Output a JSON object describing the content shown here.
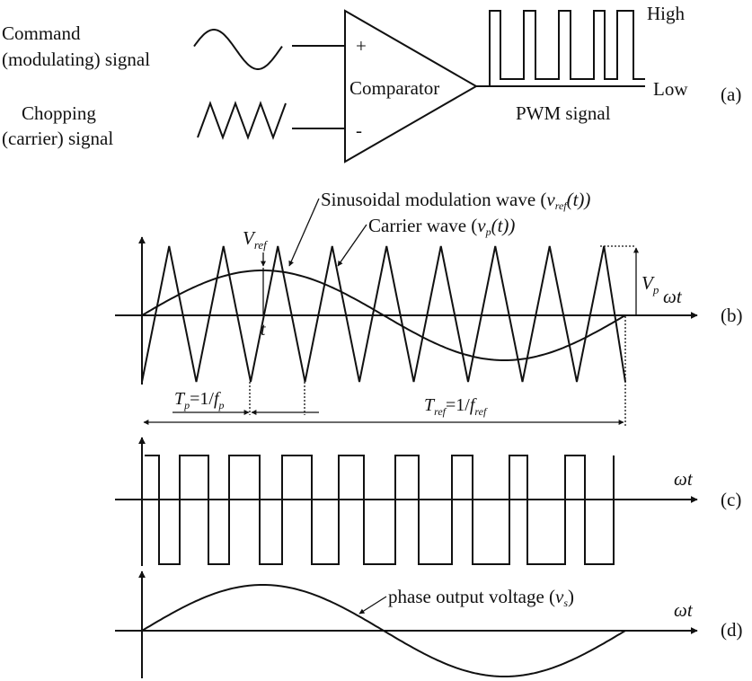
{
  "panel_a": {
    "command_label_1": "Command",
    "command_label_2": "(modulating) signal",
    "chopping_label_1": "Chopping",
    "chopping_label_2": "(carrier) signal",
    "plus_sign": "+",
    "minus_sign": "-",
    "comparator_label": "Comparator",
    "high_label": "High",
    "low_label": "Low",
    "pwm_label": "PWM signal",
    "tag": "(a)"
  },
  "panel_b": {
    "sine_wave_label": "Sinusoidal modulation wave (",
    "sine_wave_var": "v",
    "sine_wave_sub": "ref",
    "sine_wave_tail": "(t))",
    "carrier_label": "Carrier wave (",
    "carrier_var": "v",
    "carrier_sub": "p",
    "carrier_tail": "(t))",
    "vref_var": "V",
    "vref_sub": "ref",
    "t_label": "t",
    "vp_var": "V",
    "vp_sub": "p",
    "axis_label": "ωt",
    "tp_var": "T",
    "tp_sub": "p",
    "tp_eq": "=1/",
    "tp_f": "f",
    "tp_fsub": "p",
    "tref_var": "T",
    "tref_sub": "ref",
    "tref_eq": "=1/",
    "tref_f": "f",
    "tref_fsub": "ref",
    "tag": "(b)"
  },
  "panel_c": {
    "axis_label": "ωt",
    "tag": "(c)"
  },
  "panel_d": {
    "output_label": "phase output voltage (",
    "output_var": "v",
    "output_sub": "s",
    "output_tail": ")",
    "axis_label": "ωt",
    "tag": "(d)"
  }
}
